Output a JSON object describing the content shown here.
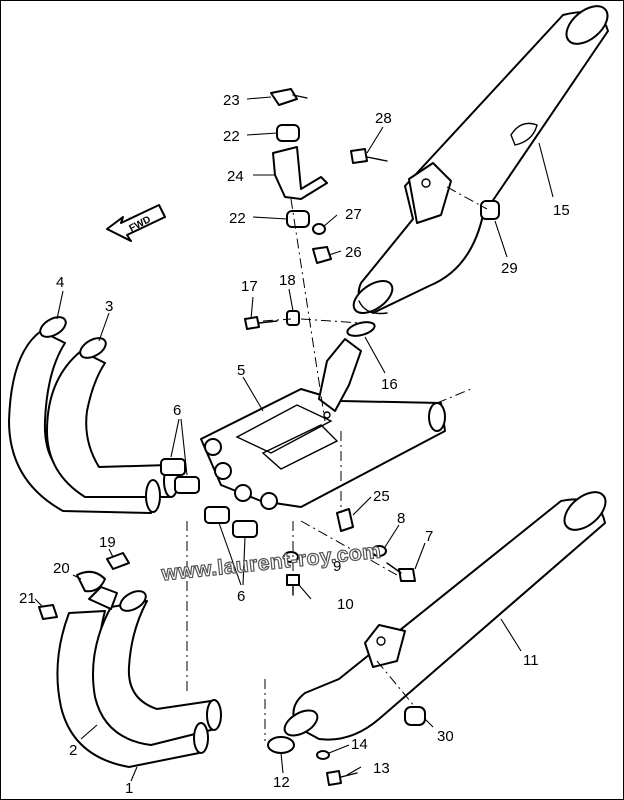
{
  "direction_label": "FWD",
  "watermark": "www.laurent-roy.com",
  "callouts": [
    "1",
    "2",
    "3",
    "4",
    "5",
    "6",
    "6",
    "7",
    "8",
    "9",
    "10",
    "11",
    "12",
    "13",
    "14",
    "15",
    "16",
    "17",
    "18",
    "19",
    "20",
    "21",
    "22",
    "22",
    "23",
    "24",
    "25",
    "26",
    "27",
    "28",
    "29",
    "30"
  ]
}
